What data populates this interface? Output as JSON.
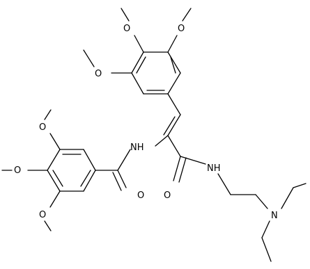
{
  "structure": {
    "atoms": {
      "o_top_left": "O",
      "o_top_right": "O",
      "o_upper_left": "O",
      "nh_amide_left": "NH",
      "o_left_top": "O",
      "o_left_mid": "O",
      "o_left_bottom": "O",
      "o_carbonyl_left": "O",
      "o_carbonyl_right": "O",
      "nh_amide_right": "NH",
      "n_amine": "N"
    }
  }
}
